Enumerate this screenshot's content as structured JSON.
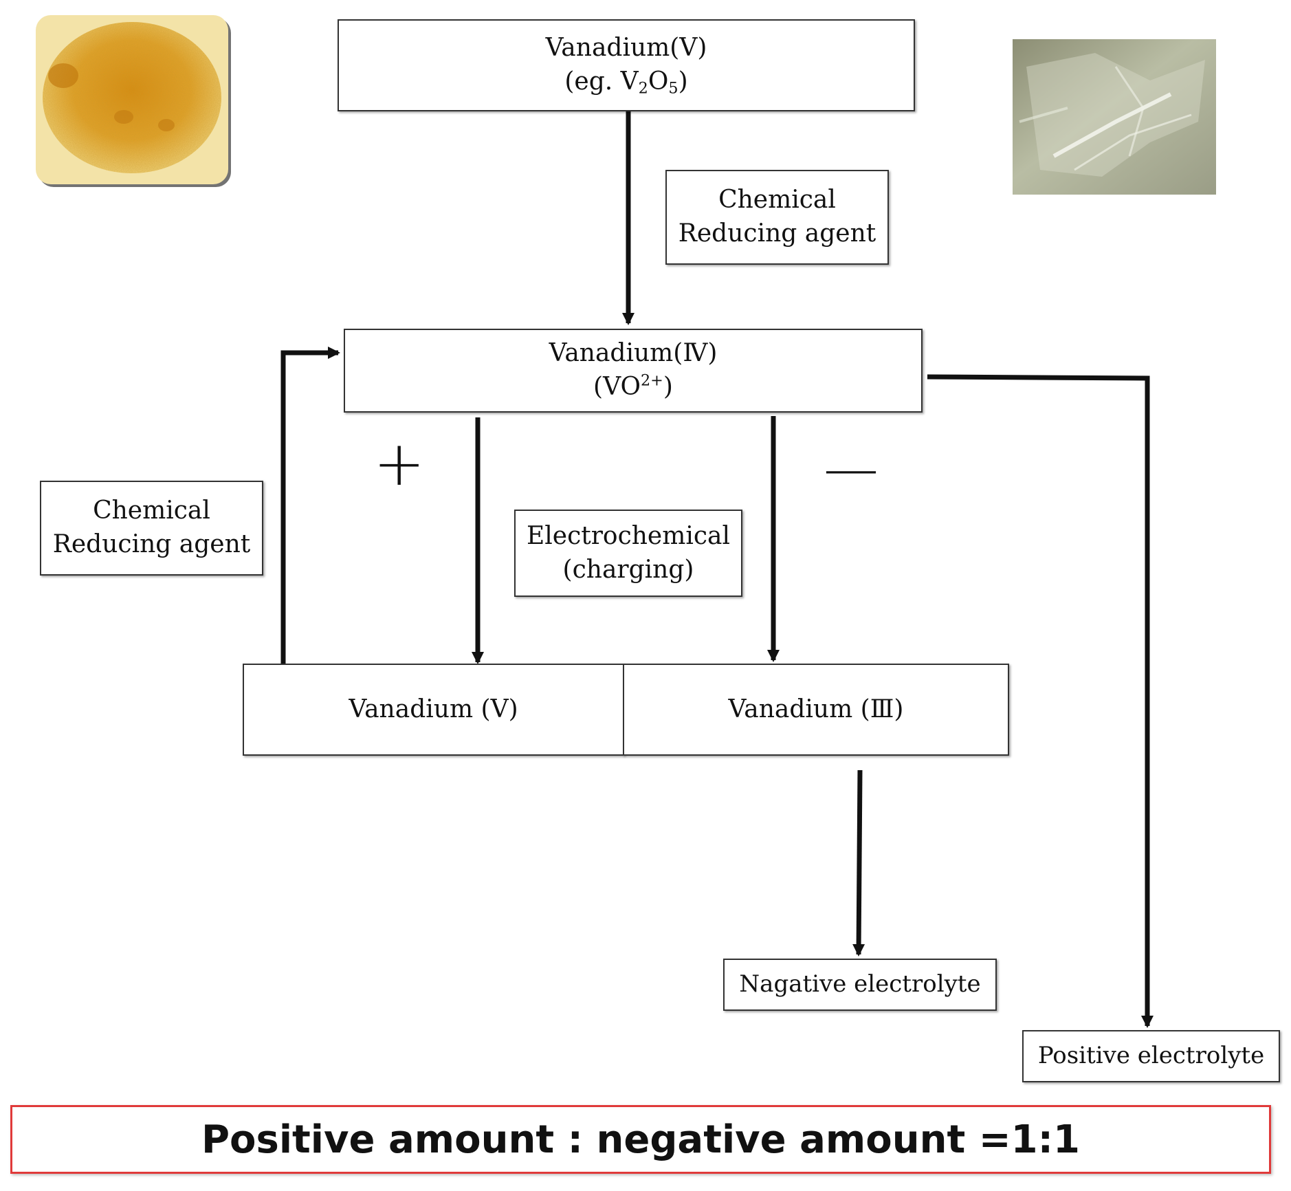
{
  "colors": {
    "footer_border": "#e03a3a",
    "arrow": "#111111",
    "box_border": "#333333"
  },
  "nodes": {
    "vanadium_v_top": {
      "line1": "Vanadium(V)",
      "eg_prefix": "(eg. V",
      "eg_sub1": "2",
      "eg_mid": "O",
      "eg_sub2": "5",
      "eg_suffix": ")"
    },
    "chemical_reducing_agent_top": {
      "line1": "Chemical",
      "line2": "Reducing agent"
    },
    "vanadium_iv": {
      "line1": "Vanadium(Ⅳ)",
      "ion_prefix": "(VO",
      "ion_sup": "2+",
      "ion_suffix": ")"
    },
    "chemical_reducing_agent_left": {
      "line1": "Chemical",
      "line2": "Reducing agent"
    },
    "electrochemical": {
      "line1": "Electrochemical",
      "line2": "(charging)"
    },
    "vanadium_v_bottom": {
      "label": "Vanadium (V)"
    },
    "vanadium_iii": {
      "label": "Vanadium (Ⅲ)"
    },
    "negative_electrolyte": {
      "label": "Nagative electrolyte"
    },
    "positive_electrolyte": {
      "label": "Positive electrolyte"
    }
  },
  "signs": {
    "plus": "+",
    "minus": "—"
  },
  "images": {
    "left": "yellow-orange V2O5 powder photo",
    "right": "translucent plastic bag photo"
  },
  "footer": {
    "text": "Positive amount : negative amount =1:1"
  }
}
